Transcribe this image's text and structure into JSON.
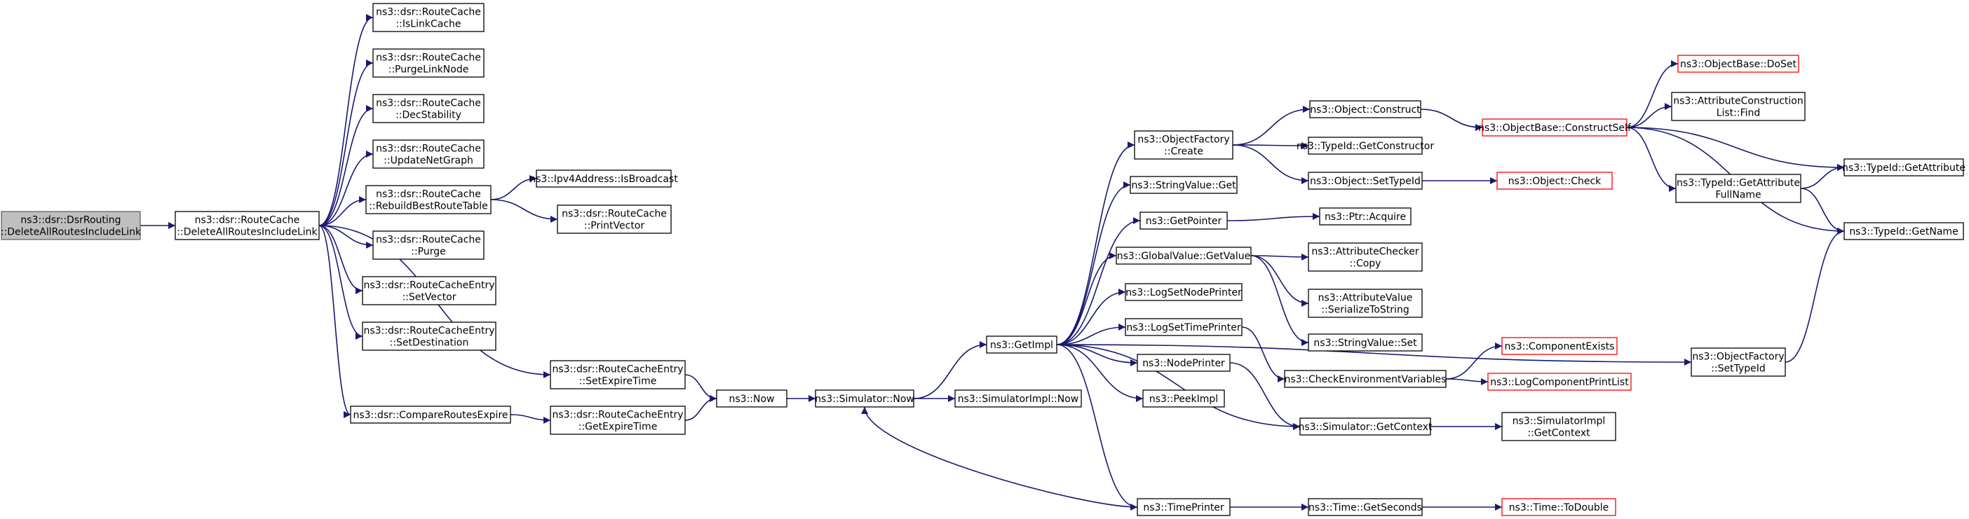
{
  "colors": {
    "edge": "#191970",
    "node_border": "#000000",
    "node_border_truncated": "#ff0000",
    "node_fill": "#ffffff",
    "root_fill": "#bfbfbf",
    "root_border": "#666666"
  },
  "nodes": [
    {
      "id": "n0",
      "lines": [
        "ns3::dsr::DsrRouting",
        "::DeleteAllRoutesIncludeLink"
      ],
      "root": true
    },
    {
      "id": "n1",
      "lines": [
        "ns3::dsr::RouteCache",
        "::DeleteAllRoutesIncludeLink"
      ]
    },
    {
      "id": "n2",
      "lines": [
        "ns3::dsr::RouteCache",
        "::IsLinkCache"
      ]
    },
    {
      "id": "n3",
      "lines": [
        "ns3::dsr::RouteCache",
        "::PurgeLinkNode"
      ]
    },
    {
      "id": "n4",
      "lines": [
        "ns3::dsr::RouteCache",
        "::DecStability"
      ]
    },
    {
      "id": "n5",
      "lines": [
        "ns3::dsr::RouteCache",
        "::UpdateNetGraph"
      ]
    },
    {
      "id": "n6",
      "lines": [
        "ns3::dsr::RouteCache",
        "::RebuildBestRouteTable"
      ]
    },
    {
      "id": "n7",
      "lines": [
        "ns3::Ipv4Address::IsBroadcast"
      ]
    },
    {
      "id": "n8",
      "lines": [
        "ns3::dsr::RouteCache",
        "::PrintVector"
      ]
    },
    {
      "id": "n9",
      "lines": [
        "ns3::dsr::RouteCache",
        "::Purge"
      ]
    },
    {
      "id": "n10",
      "lines": [
        "ns3::dsr::RouteCacheEntry",
        "::SetVector"
      ]
    },
    {
      "id": "n11",
      "lines": [
        "ns3::dsr::RouteCacheEntry",
        "::SetDestination"
      ]
    },
    {
      "id": "n12",
      "lines": [
        "ns3::dsr::RouteCacheEntry",
        "::SetExpireTime"
      ]
    },
    {
      "id": "n13",
      "lines": [
        "ns3::dsr::CompareRoutesExpire"
      ]
    },
    {
      "id": "n14",
      "lines": [
        "ns3::dsr::RouteCacheEntry",
        "::GetExpireTime"
      ]
    },
    {
      "id": "n15",
      "lines": [
        "ns3::Now"
      ]
    },
    {
      "id": "n16",
      "lines": [
        "ns3::Simulator::Now"
      ]
    },
    {
      "id": "n17",
      "lines": [
        "ns3::SimulatorImpl::Now"
      ]
    },
    {
      "id": "n18",
      "lines": [
        "ns3::GetImpl"
      ]
    },
    {
      "id": "n19",
      "lines": [
        "ns3::ObjectFactory",
        "::Create"
      ]
    },
    {
      "id": "n20",
      "lines": [
        "ns3::StringValue::Get"
      ]
    },
    {
      "id": "n21",
      "lines": [
        "ns3::GetPointer"
      ]
    },
    {
      "id": "n22",
      "lines": [
        "ns3::GlobalValue::GetValue"
      ]
    },
    {
      "id": "n23",
      "lines": [
        "ns3::LogSetNodePrinter"
      ]
    },
    {
      "id": "n24",
      "lines": [
        "ns3::LogSetTimePrinter"
      ]
    },
    {
      "id": "n25",
      "lines": [
        "ns3::NodePrinter"
      ]
    },
    {
      "id": "n26",
      "lines": [
        "ns3::PeekImpl"
      ]
    },
    {
      "id": "n27",
      "lines": [
        "ns3::TimePrinter"
      ]
    },
    {
      "id": "n28",
      "lines": [
        "ns3::Object::Construct"
      ]
    },
    {
      "id": "n29",
      "lines": [
        "ns3::TypeId::GetConstructor"
      ]
    },
    {
      "id": "n30",
      "lines": [
        "ns3::Object::SetTypeId"
      ]
    },
    {
      "id": "n31",
      "lines": [
        "ns3::Ptr::Acquire"
      ]
    },
    {
      "id": "n32",
      "lines": [
        "ns3::AttributeChecker",
        "::Copy"
      ]
    },
    {
      "id": "n33",
      "lines": [
        "ns3::AttributeValue",
        "::SerializeToString"
      ]
    },
    {
      "id": "n34",
      "lines": [
        "ns3::StringValue::Set"
      ]
    },
    {
      "id": "n35",
      "lines": [
        "ns3::CheckEnvironmentVariables"
      ]
    },
    {
      "id": "n36",
      "lines": [
        "ns3::Simulator::GetContext"
      ]
    },
    {
      "id": "n37",
      "lines": [
        "ns3::Time::GetSeconds"
      ]
    },
    {
      "id": "n38",
      "lines": [
        "ns3::ObjectBase::ConstructSelf"
      ],
      "truncated": true
    },
    {
      "id": "n39",
      "lines": [
        "ns3::Object::Check"
      ],
      "truncated": true
    },
    {
      "id": "n40",
      "lines": [
        "ns3::ComponentExists"
      ],
      "truncated": true
    },
    {
      "id": "n41",
      "lines": [
        "ns3::LogComponentPrintList"
      ],
      "truncated": true
    },
    {
      "id": "n42",
      "lines": [
        "ns3::SimulatorImpl",
        "::GetContext"
      ]
    },
    {
      "id": "n43",
      "lines": [
        "ns3::Time::ToDouble"
      ],
      "truncated": true
    },
    {
      "id": "n44",
      "lines": [
        "ns3::ObjectBase::DoSet"
      ],
      "truncated": true
    },
    {
      "id": "n45",
      "lines": [
        "ns3::AttributeConstruction",
        "List::Find"
      ]
    },
    {
      "id": "n46",
      "lines": [
        "ns3::TypeId::GetAttribute",
        "FullName"
      ]
    },
    {
      "id": "n47",
      "lines": [
        "ns3::ObjectFactory",
        "::SetTypeId"
      ]
    },
    {
      "id": "n48",
      "lines": [
        "ns3::TypeId::GetAttribute"
      ]
    },
    {
      "id": "n49",
      "lines": [
        "ns3::TypeId::GetName"
      ]
    }
  ],
  "edges": [
    [
      "n0",
      "n1"
    ],
    [
      "n1",
      "n2"
    ],
    [
      "n1",
      "n3"
    ],
    [
      "n1",
      "n4"
    ],
    [
      "n1",
      "n5"
    ],
    [
      "n1",
      "n6"
    ],
    [
      "n1",
      "n9"
    ],
    [
      "n1",
      "n10"
    ],
    [
      "n1",
      "n11"
    ],
    [
      "n1",
      "n12"
    ],
    [
      "n1",
      "n13"
    ],
    [
      "n6",
      "n7"
    ],
    [
      "n6",
      "n8"
    ],
    [
      "n12",
      "n15"
    ],
    [
      "n13",
      "n14"
    ],
    [
      "n14",
      "n15"
    ],
    [
      "n15",
      "n16"
    ],
    [
      "n16",
      "n17"
    ],
    [
      "n16",
      "n18"
    ],
    [
      "n18",
      "n19"
    ],
    [
      "n18",
      "n20"
    ],
    [
      "n18",
      "n21"
    ],
    [
      "n18",
      "n22"
    ],
    [
      "n18",
      "n23"
    ],
    [
      "n18",
      "n24"
    ],
    [
      "n18",
      "n25"
    ],
    [
      "n18",
      "n26"
    ],
    [
      "n18",
      "n27"
    ],
    [
      "n18",
      "n36"
    ],
    [
      "n18",
      "n47"
    ],
    [
      "n19",
      "n28"
    ],
    [
      "n19",
      "n29"
    ],
    [
      "n19",
      "n30"
    ],
    [
      "n21",
      "n31"
    ],
    [
      "n22",
      "n32"
    ],
    [
      "n22",
      "n33"
    ],
    [
      "n22",
      "n34"
    ],
    [
      "n24",
      "n35"
    ],
    [
      "n25",
      "n36"
    ],
    [
      "n27",
      "n16"
    ],
    [
      "n27",
      "n37"
    ],
    [
      "n28",
      "n38"
    ],
    [
      "n30",
      "n39"
    ],
    [
      "n35",
      "n40"
    ],
    [
      "n35",
      "n41"
    ],
    [
      "n36",
      "n42"
    ],
    [
      "n37",
      "n43"
    ],
    [
      "n38",
      "n44"
    ],
    [
      "n38",
      "n45"
    ],
    [
      "n38",
      "n46"
    ],
    [
      "n38",
      "n48"
    ],
    [
      "n38",
      "n49"
    ],
    [
      "n46",
      "n48"
    ],
    [
      "n46",
      "n49"
    ],
    [
      "n47",
      "n49"
    ]
  ]
}
